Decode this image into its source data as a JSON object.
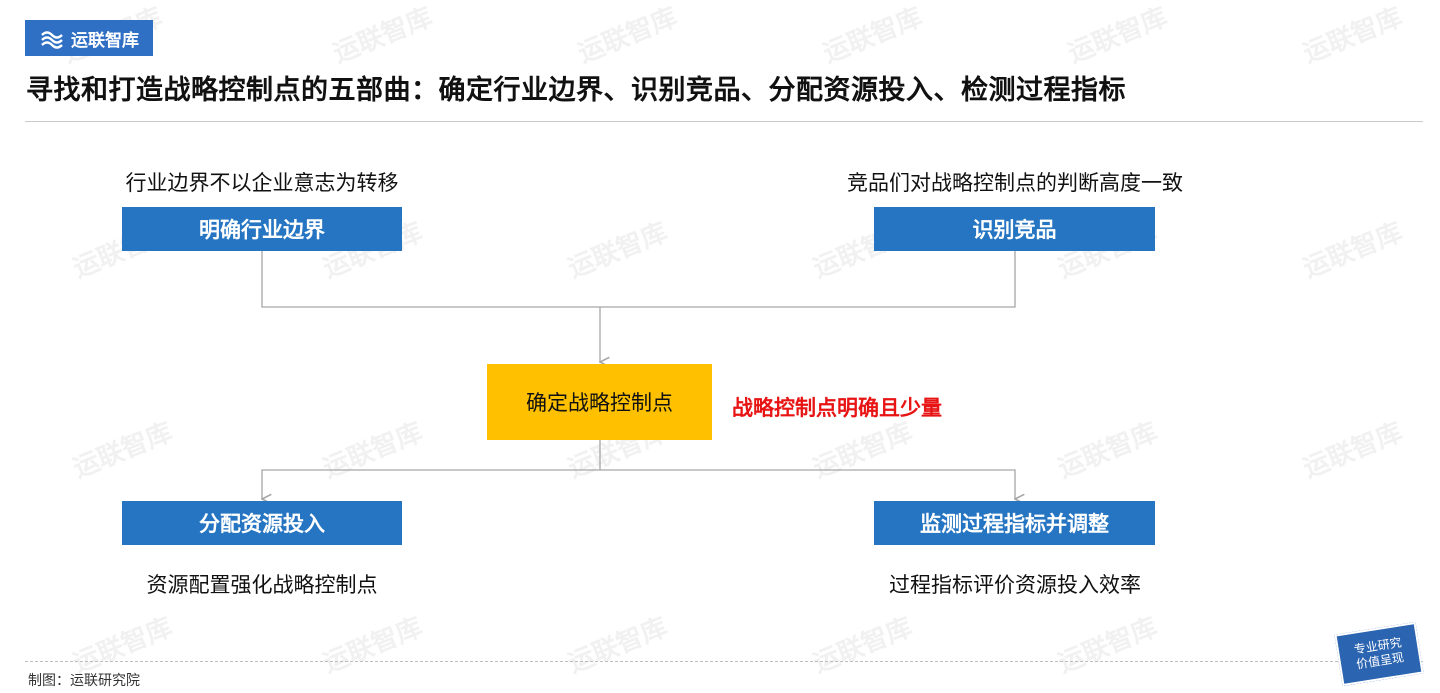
{
  "brand": {
    "logo_text": "运联智库",
    "accent_color": "#2f6fc4"
  },
  "title": "寻找和打造战略控制点的五部曲：确定行业边界、识别竞品、分配资源投入、检测过程指标",
  "diagram": {
    "top_left": {
      "caption": "行业边界不以企业意志为转移",
      "box_label": "明确行业边界"
    },
    "top_right": {
      "caption": "竞品们对战略控制点的判断高度一致",
      "box_label": "识别竞品"
    },
    "center": {
      "box_label": "确定战略控制点",
      "note": "战略控制点明确且少量"
    },
    "bottom_left": {
      "box_label": "分配资源投入",
      "caption": "资源配置强化战略控制点"
    },
    "bottom_right": {
      "box_label": "监测过程指标并调整",
      "caption": "过程指标评价资源投入效率"
    },
    "colors": {
      "blue_box": "#2675c2",
      "center_box": "#ffc000",
      "note_red": "#e81414",
      "connector": "#a6a6a6"
    }
  },
  "footer": {
    "source": "制图：运联研究院",
    "stamp_line1": "专业研究",
    "stamp_line2": "价值呈现"
  }
}
